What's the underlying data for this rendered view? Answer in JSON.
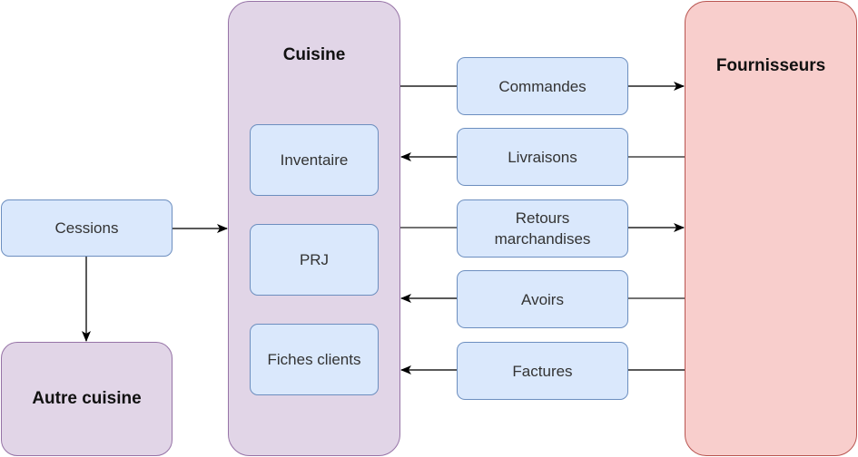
{
  "diagram": {
    "nodes": {
      "cuisine": {
        "label": "Cuisine"
      },
      "fournisseurs": {
        "label": "Fournisseurs"
      },
      "autre_cuisine": {
        "label": "Autre cuisine"
      },
      "cessions": {
        "label": "Cessions"
      },
      "inventaire": {
        "label": "Inventaire"
      },
      "prj": {
        "label": "PRJ"
      },
      "fiches_clients": {
        "label": "Fiches clients"
      },
      "commandes": {
        "label": "Commandes"
      },
      "livraisons": {
        "label": "Livraisons"
      },
      "retours_marchandises": {
        "label": "Retours marchandises"
      },
      "avoirs": {
        "label": "Avoirs"
      },
      "factures": {
        "label": "Factures"
      }
    },
    "edges": [
      {
        "from": "cuisine",
        "via": "commandes",
        "to": "fournisseurs"
      },
      {
        "from": "fournisseurs",
        "via": "livraisons",
        "to": "cuisine"
      },
      {
        "from": "cuisine",
        "via": "retours_marchandises",
        "to": "fournisseurs"
      },
      {
        "from": "fournisseurs",
        "via": "avoirs",
        "to": "cuisine"
      },
      {
        "from": "fournisseurs",
        "via": "factures",
        "to": "cuisine"
      },
      {
        "from": "cessions",
        "to": "cuisine"
      },
      {
        "from": "cessions",
        "to": "autre_cuisine"
      }
    ],
    "colors": {
      "container_fill": "#e1d5e7",
      "container_stroke": "#9673a6",
      "supplier_fill": "#f8cecc",
      "supplier_stroke": "#b85450",
      "box_fill": "#dae8fc",
      "box_stroke": "#6c8ebf"
    }
  }
}
